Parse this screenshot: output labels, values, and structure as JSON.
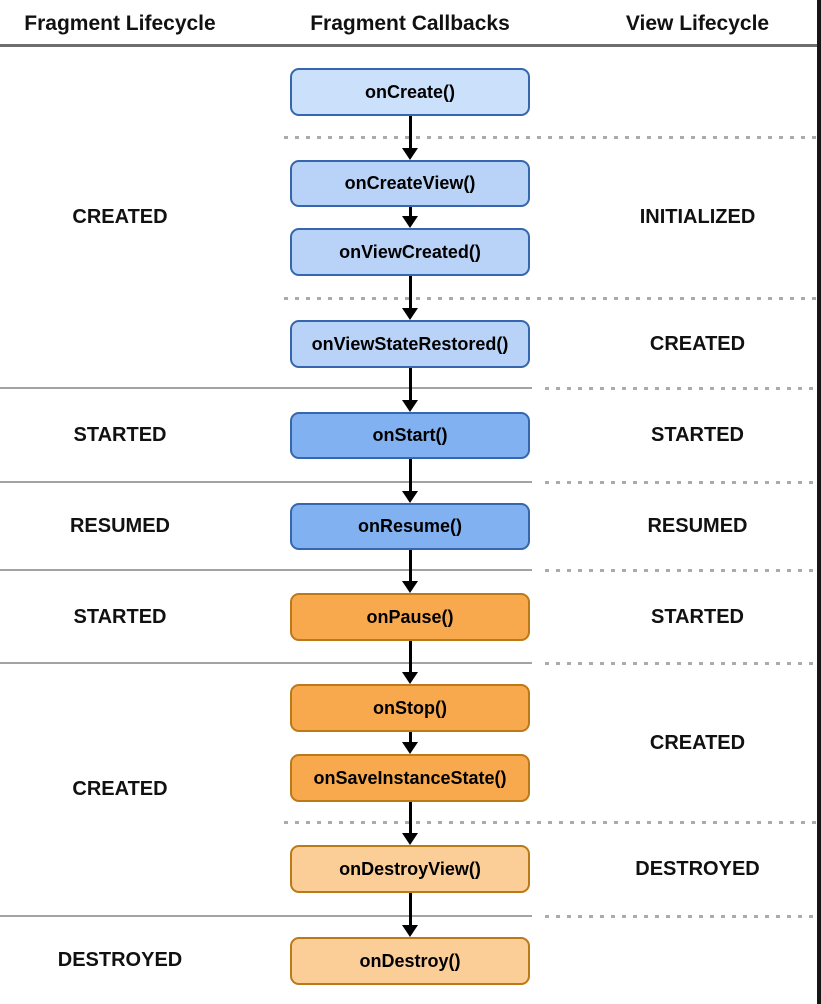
{
  "header": {
    "fragment_lifecycle": "Fragment Lifecycle",
    "fragment_callbacks": "Fragment Callbacks",
    "view_lifecycle": "View Lifecycle"
  },
  "callbacks": [
    {
      "label": "onCreate()",
      "tone": "blue-pale"
    },
    {
      "label": "onCreateView()",
      "tone": "blue-light"
    },
    {
      "label": "onViewCreated()",
      "tone": "blue-light"
    },
    {
      "label": "onViewStateRestored()",
      "tone": "blue-light"
    },
    {
      "label": "onStart()",
      "tone": "blue-medium"
    },
    {
      "label": "onResume()",
      "tone": "blue-medium"
    },
    {
      "label": "onPause()",
      "tone": "orange"
    },
    {
      "label": "onStop()",
      "tone": "orange"
    },
    {
      "label": "onSaveInstanceState()",
      "tone": "orange"
    },
    {
      "label": "onDestroyView()",
      "tone": "orange-light"
    },
    {
      "label": "onDestroy()",
      "tone": "orange-light"
    }
  ],
  "fragment_lifecycle_states": [
    "CREATED",
    "STARTED",
    "RESUMED",
    "STARTED",
    "CREATED",
    "DESTROYED"
  ],
  "view_lifecycle_states": [
    "INITIALIZED",
    "CREATED",
    "STARTED",
    "RESUMED",
    "STARTED",
    "CREATED",
    "DESTROYED"
  ],
  "colors": {
    "box_blue_pale_fill": "#CBE0FA",
    "box_blue_light_fill": "#B9D3F8",
    "box_blue_medium_fill": "#81B1F0",
    "box_blue_border": "#3566AE",
    "box_orange_fill": "#F9A94D",
    "box_orange_light_fill": "#FBCE97",
    "box_orange_border": "#BC7918",
    "divider_solid": "#A3A3A3",
    "divider_dashed": "#ABABAB",
    "header_rule": "#6E6E6E",
    "arrow": "#000000",
    "text": "#111111",
    "background": "#FFFFFF"
  }
}
